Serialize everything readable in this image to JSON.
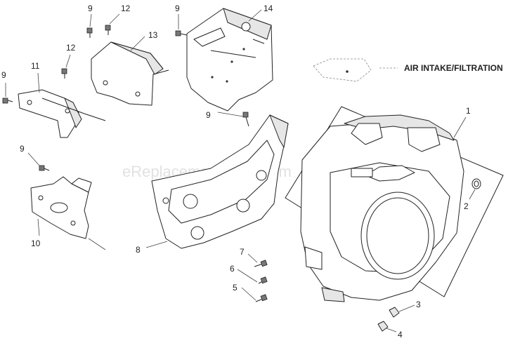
{
  "watermark": "eReplacementParts.com",
  "section_label": "AIR INTAKE/FILTRATION",
  "callouts": {
    "c1": "1",
    "c2": "2",
    "c3": "3",
    "c4": "4",
    "c5": "5",
    "c6": "6",
    "c7": "7",
    "c8": "8",
    "c9a": "9",
    "c9b": "9",
    "c9c": "9",
    "c9d": "9",
    "c10": "10",
    "c11": "11",
    "c12a": "12",
    "c12b": "12",
    "c13": "13",
    "c14": "14"
  }
}
